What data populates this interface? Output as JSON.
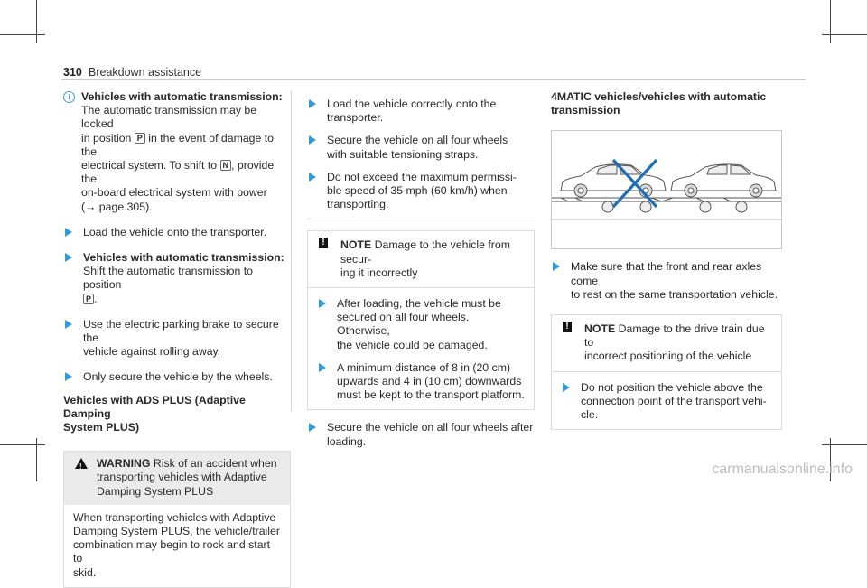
{
  "header": {
    "page_number": "310",
    "title": "Breakdown assistance"
  },
  "col1": {
    "note_title": "Vehicles with automatic transmission:",
    "note_lines": [
      "The automatic transmission may be locked",
      "in position",
      "in the event of damage to the",
      "electrical system. To shift to",
      ", provide the",
      "on-board electrical system with power",
      "(→ page 305)."
    ],
    "sym_p": "P",
    "sym_n": "N",
    "step1": "Load the vehicle onto the transporter.",
    "step2_title": "Vehicles with automatic transmission:",
    "step2_lines": [
      "Shift the automatic transmission to position"
    ],
    "step2_end": ".",
    "step3_lines": [
      "Use the electric parking brake to secure the",
      "vehicle against rolling away."
    ],
    "step4": "Only secure the vehicle by the wheels.",
    "section_title_1": "Vehicles with ADS PLUS (Adaptive Damping",
    "section_title_2": "System PLUS)",
    "warning_label": "WARNING",
    "warning_lines": [
      "Risk of an accident when",
      "transporting vehicles with Adaptive",
      "Damping System PLUS"
    ],
    "warning_body": [
      "When transporting vehicles with Adaptive",
      "Damping System PLUS, the vehicle/trailer",
      "combination may begin to rock and start to",
      "skid."
    ]
  },
  "col2": {
    "steps_box": [
      [
        "Load the vehicle correctly onto the",
        "transporter."
      ],
      [
        "Secure the vehicle on all four wheels",
        "with suitable tensioning straps."
      ],
      [
        "Do not exceed the maximum permissi-",
        "ble speed of 35 mph (60 km/h) when",
        "transporting."
      ]
    ],
    "note_label": "NOTE",
    "note_lines": [
      "Damage to the vehicle from secur-",
      "ing it incorrectly"
    ],
    "note_steps": [
      [
        "After loading, the vehicle must be",
        "secured on all four wheels. Otherwise,",
        "the vehicle could be damaged."
      ],
      [
        "A minimum distance of 8 in (20 cm)",
        "upwards and 4 in (10 cm) downwards",
        "must be kept to the transport platform."
      ]
    ],
    "final_step": [
      "Secure the vehicle on all four wheels after",
      "loading."
    ]
  },
  "col3": {
    "title_1": "4MATIC vehicles/vehicles with automatic",
    "title_2": "transmission",
    "step": [
      "Make sure that the front and rear axles come",
      "to rest on the same transportation vehicle."
    ],
    "note_label": "NOTE",
    "note_lines": [
      "Damage to the drive train due to",
      "incorrect positioning of the vehicle"
    ],
    "note_steps": [
      [
        "Do not position the vehicle above the",
        "connection point of the transport vehi-",
        "cle."
      ]
    ]
  },
  "watermark": "carmanualsonline.info",
  "colors": {
    "accent": "#2f9be0",
    "cross": "#1f6fb8"
  }
}
